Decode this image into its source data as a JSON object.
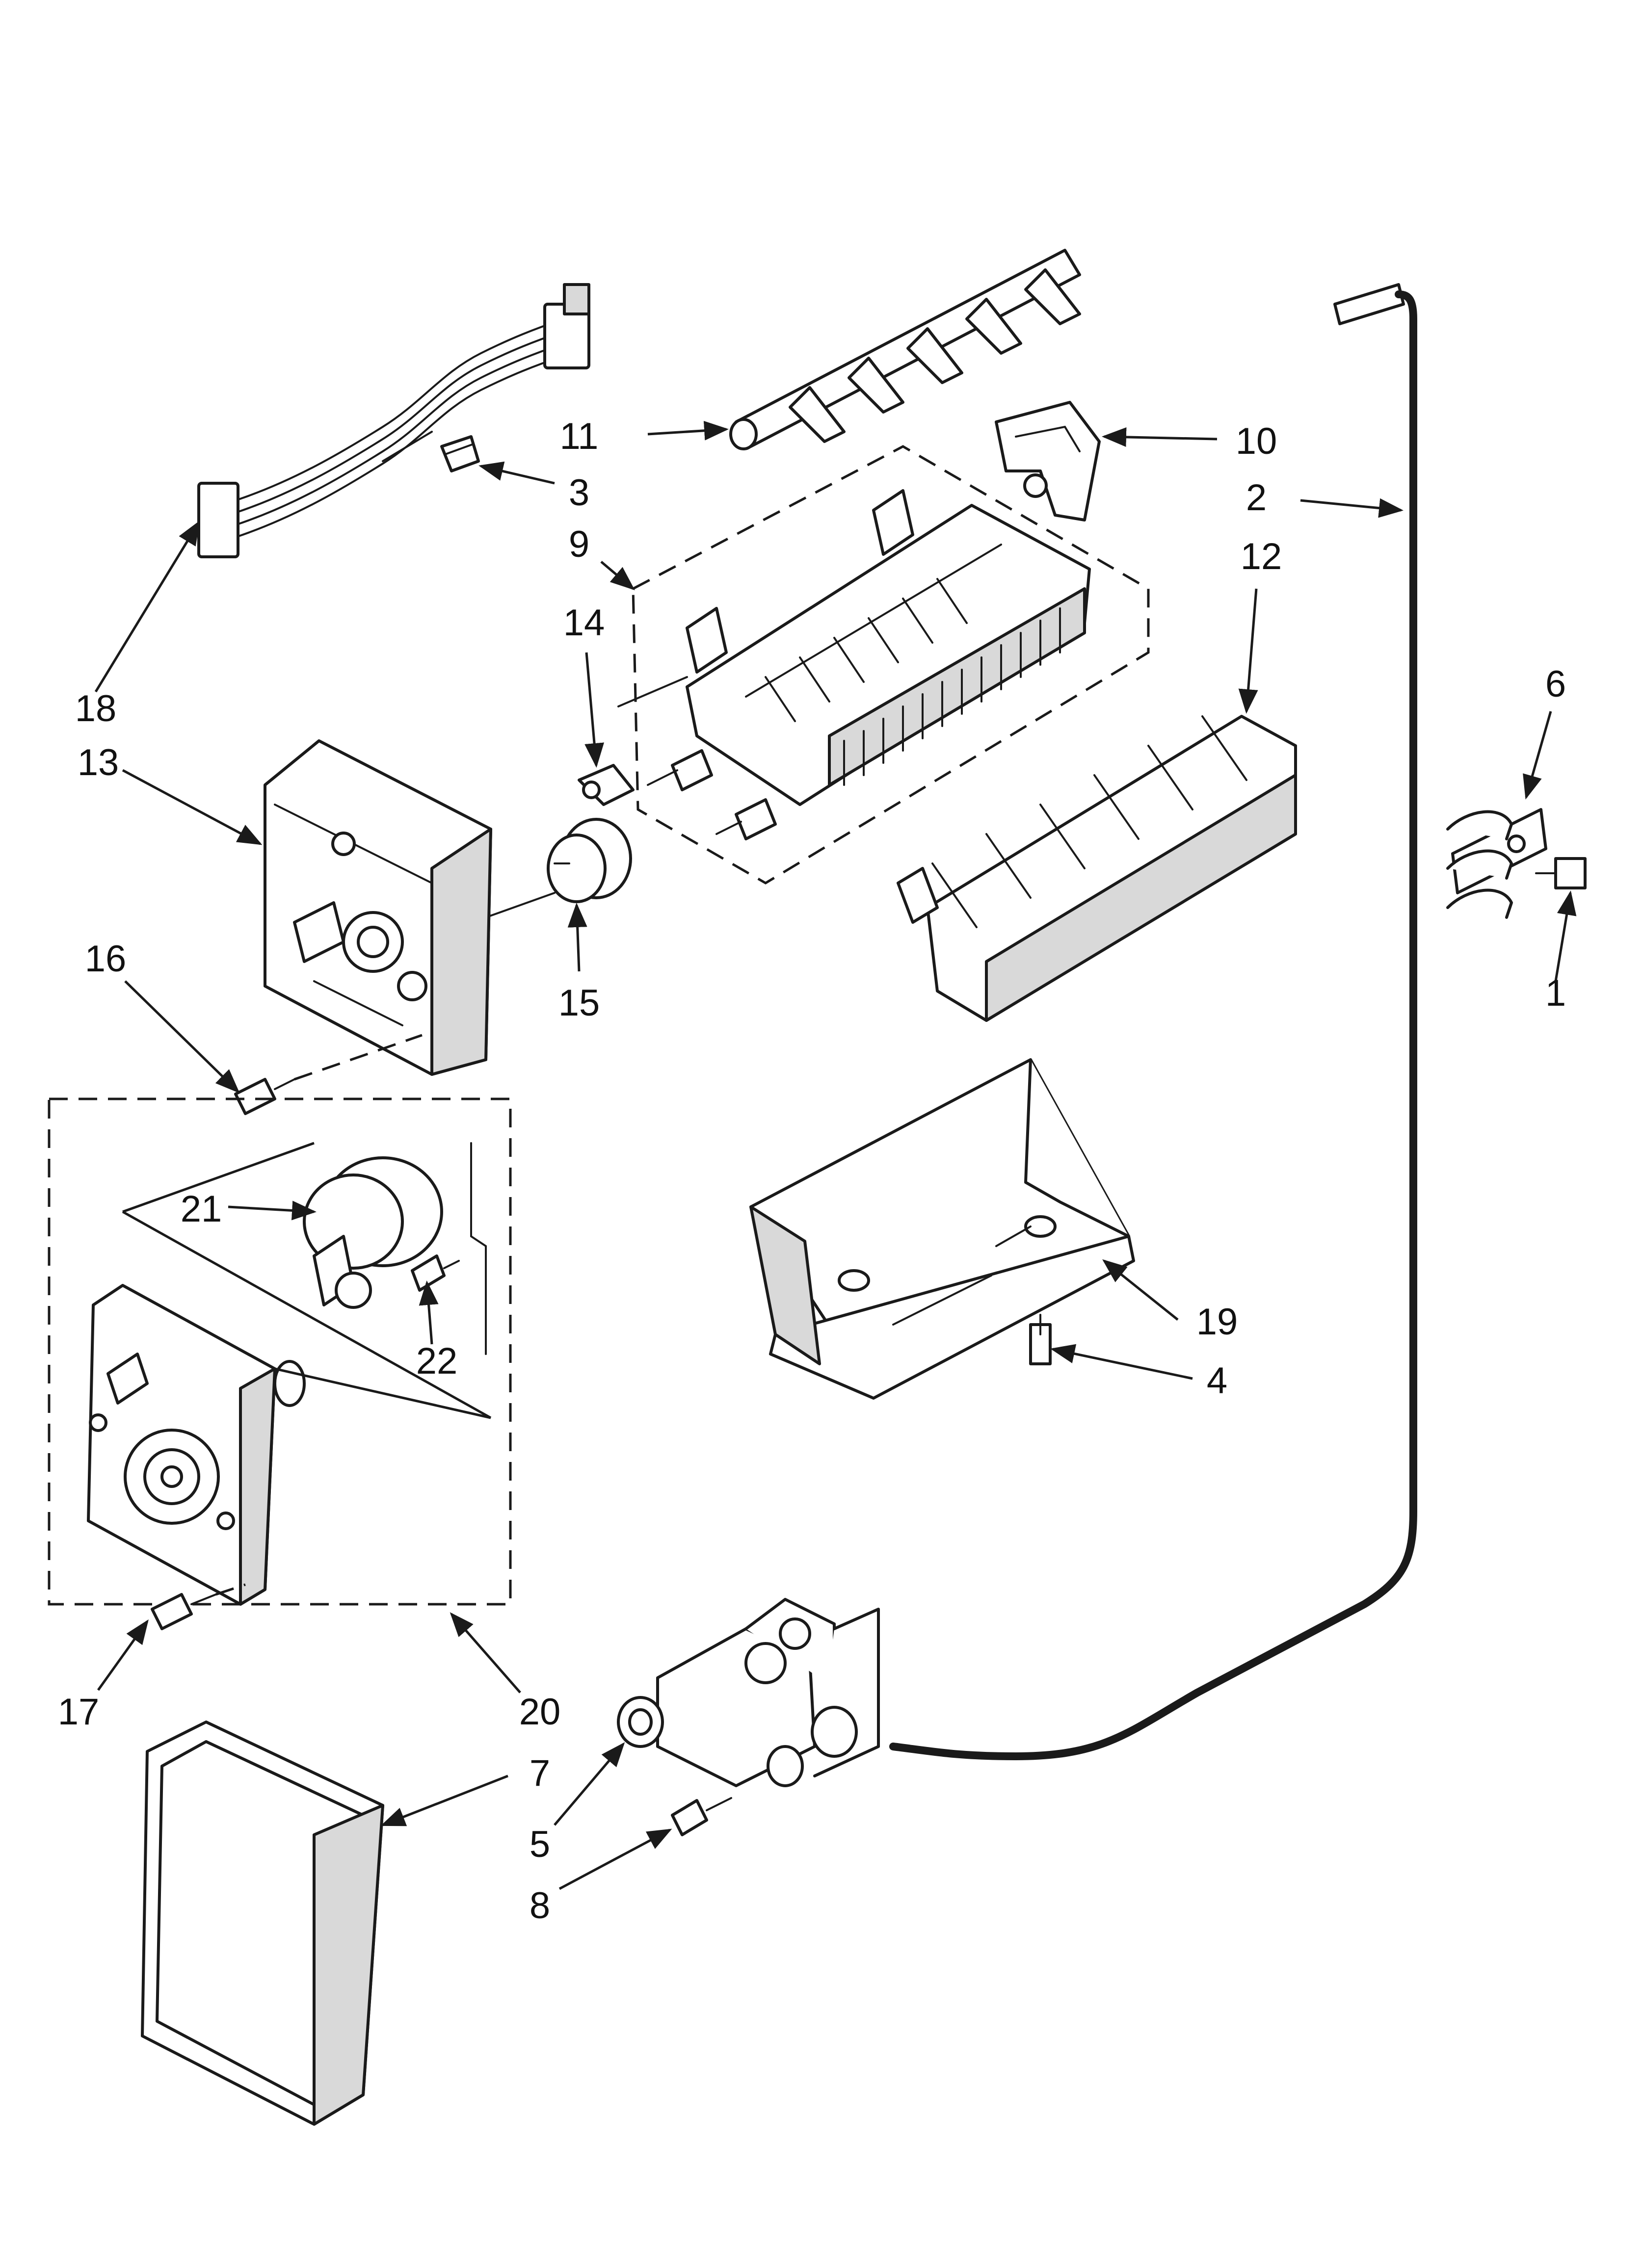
{
  "diagram": {
    "type": "exploded-parts-diagram",
    "ink_color": "#1a1a1a",
    "background": "#ffffff",
    "callouts": [
      {
        "id": "1",
        "label": "1"
      },
      {
        "id": "2",
        "label": "2"
      },
      {
        "id": "3",
        "label": "3"
      },
      {
        "id": "4",
        "label": "4"
      },
      {
        "id": "5",
        "label": "5"
      },
      {
        "id": "6",
        "label": "6"
      },
      {
        "id": "7",
        "label": "7"
      },
      {
        "id": "8",
        "label": "8"
      },
      {
        "id": "9",
        "label": "9"
      },
      {
        "id": "10",
        "label": "10"
      },
      {
        "id": "11",
        "label": "11"
      },
      {
        "id": "12",
        "label": "12"
      },
      {
        "id": "13",
        "label": "13"
      },
      {
        "id": "14",
        "label": "14"
      },
      {
        "id": "15",
        "label": "15"
      },
      {
        "id": "16",
        "label": "16"
      },
      {
        "id": "17",
        "label": "17"
      },
      {
        "id": "18",
        "label": "18"
      },
      {
        "id": "19",
        "label": "19"
      },
      {
        "id": "20",
        "label": "20"
      },
      {
        "id": "21",
        "label": "21"
      },
      {
        "id": "22",
        "label": "22"
      }
    ]
  }
}
